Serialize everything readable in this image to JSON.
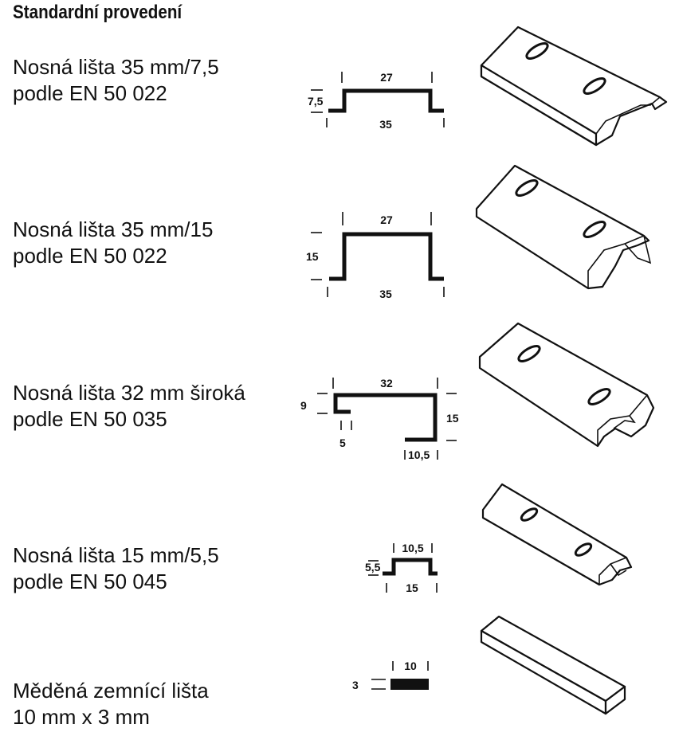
{
  "heading": "Standardní provedení",
  "items": [
    {
      "line1": "Nosná lišta 35 mm/7,5",
      "line2": "podle EN 50 022",
      "dims": {
        "top": "27",
        "bottom": "35",
        "side": "7,5"
      }
    },
    {
      "line1": "Nosná lišta 35 mm/15",
      "line2": "podle EN 50 022",
      "dims": {
        "top": "27",
        "bottom": "35",
        "side": "15"
      }
    },
    {
      "line1": "Nosná lišta 32 mm široká",
      "line2": "podle EN 50 035",
      "dims": {
        "top": "32",
        "left": "9",
        "right": "15",
        "lip": "5",
        "bottom": "10,5"
      }
    },
    {
      "line1": "Nosná lišta 15 mm/5,5",
      "line2": "podle EN 50 045",
      "dims": {
        "top": "10,5",
        "bottom": "15",
        "side": "5,5"
      }
    },
    {
      "line1": "Měděná zemnící lišta",
      "line2": "10 mm x 3 mm",
      "dims": {
        "top": "10",
        "side": "3"
      }
    }
  ]
}
